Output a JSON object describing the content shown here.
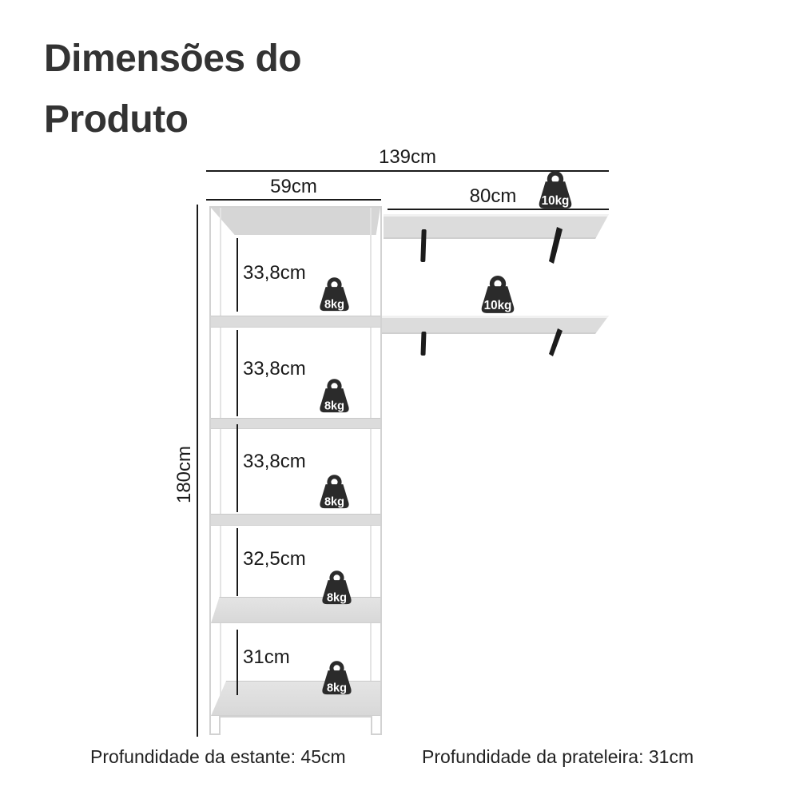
{
  "title": "Dimensões do Produto",
  "diagram": {
    "width_total": "139cm",
    "width_left": "59cm",
    "width_right": "80cm",
    "height_total": "180cm",
    "compartments": [
      {
        "label": "33,8cm",
        "weight": "8kg"
      },
      {
        "label": "33,8cm",
        "weight": "8kg"
      },
      {
        "label": "33,8cm",
        "weight": "8kg"
      },
      {
        "label": "32,5cm",
        "weight": "8kg"
      },
      {
        "label": "31cm",
        "weight": "8kg"
      }
    ],
    "wall_shelves": [
      {
        "weight": "10kg"
      },
      {
        "weight": "10kg"
      }
    ]
  },
  "footer": {
    "left": "Profundidade da estante: 45cm",
    "right": "Profundidade da prateleira: 31cm"
  },
  "colors": {
    "ink": "#1a1a1a",
    "title": "#333333",
    "weight_fill": "#2b2b2b",
    "shelf_gray": "#dcdcdc",
    "edge_gray": "#d2d2d2"
  }
}
